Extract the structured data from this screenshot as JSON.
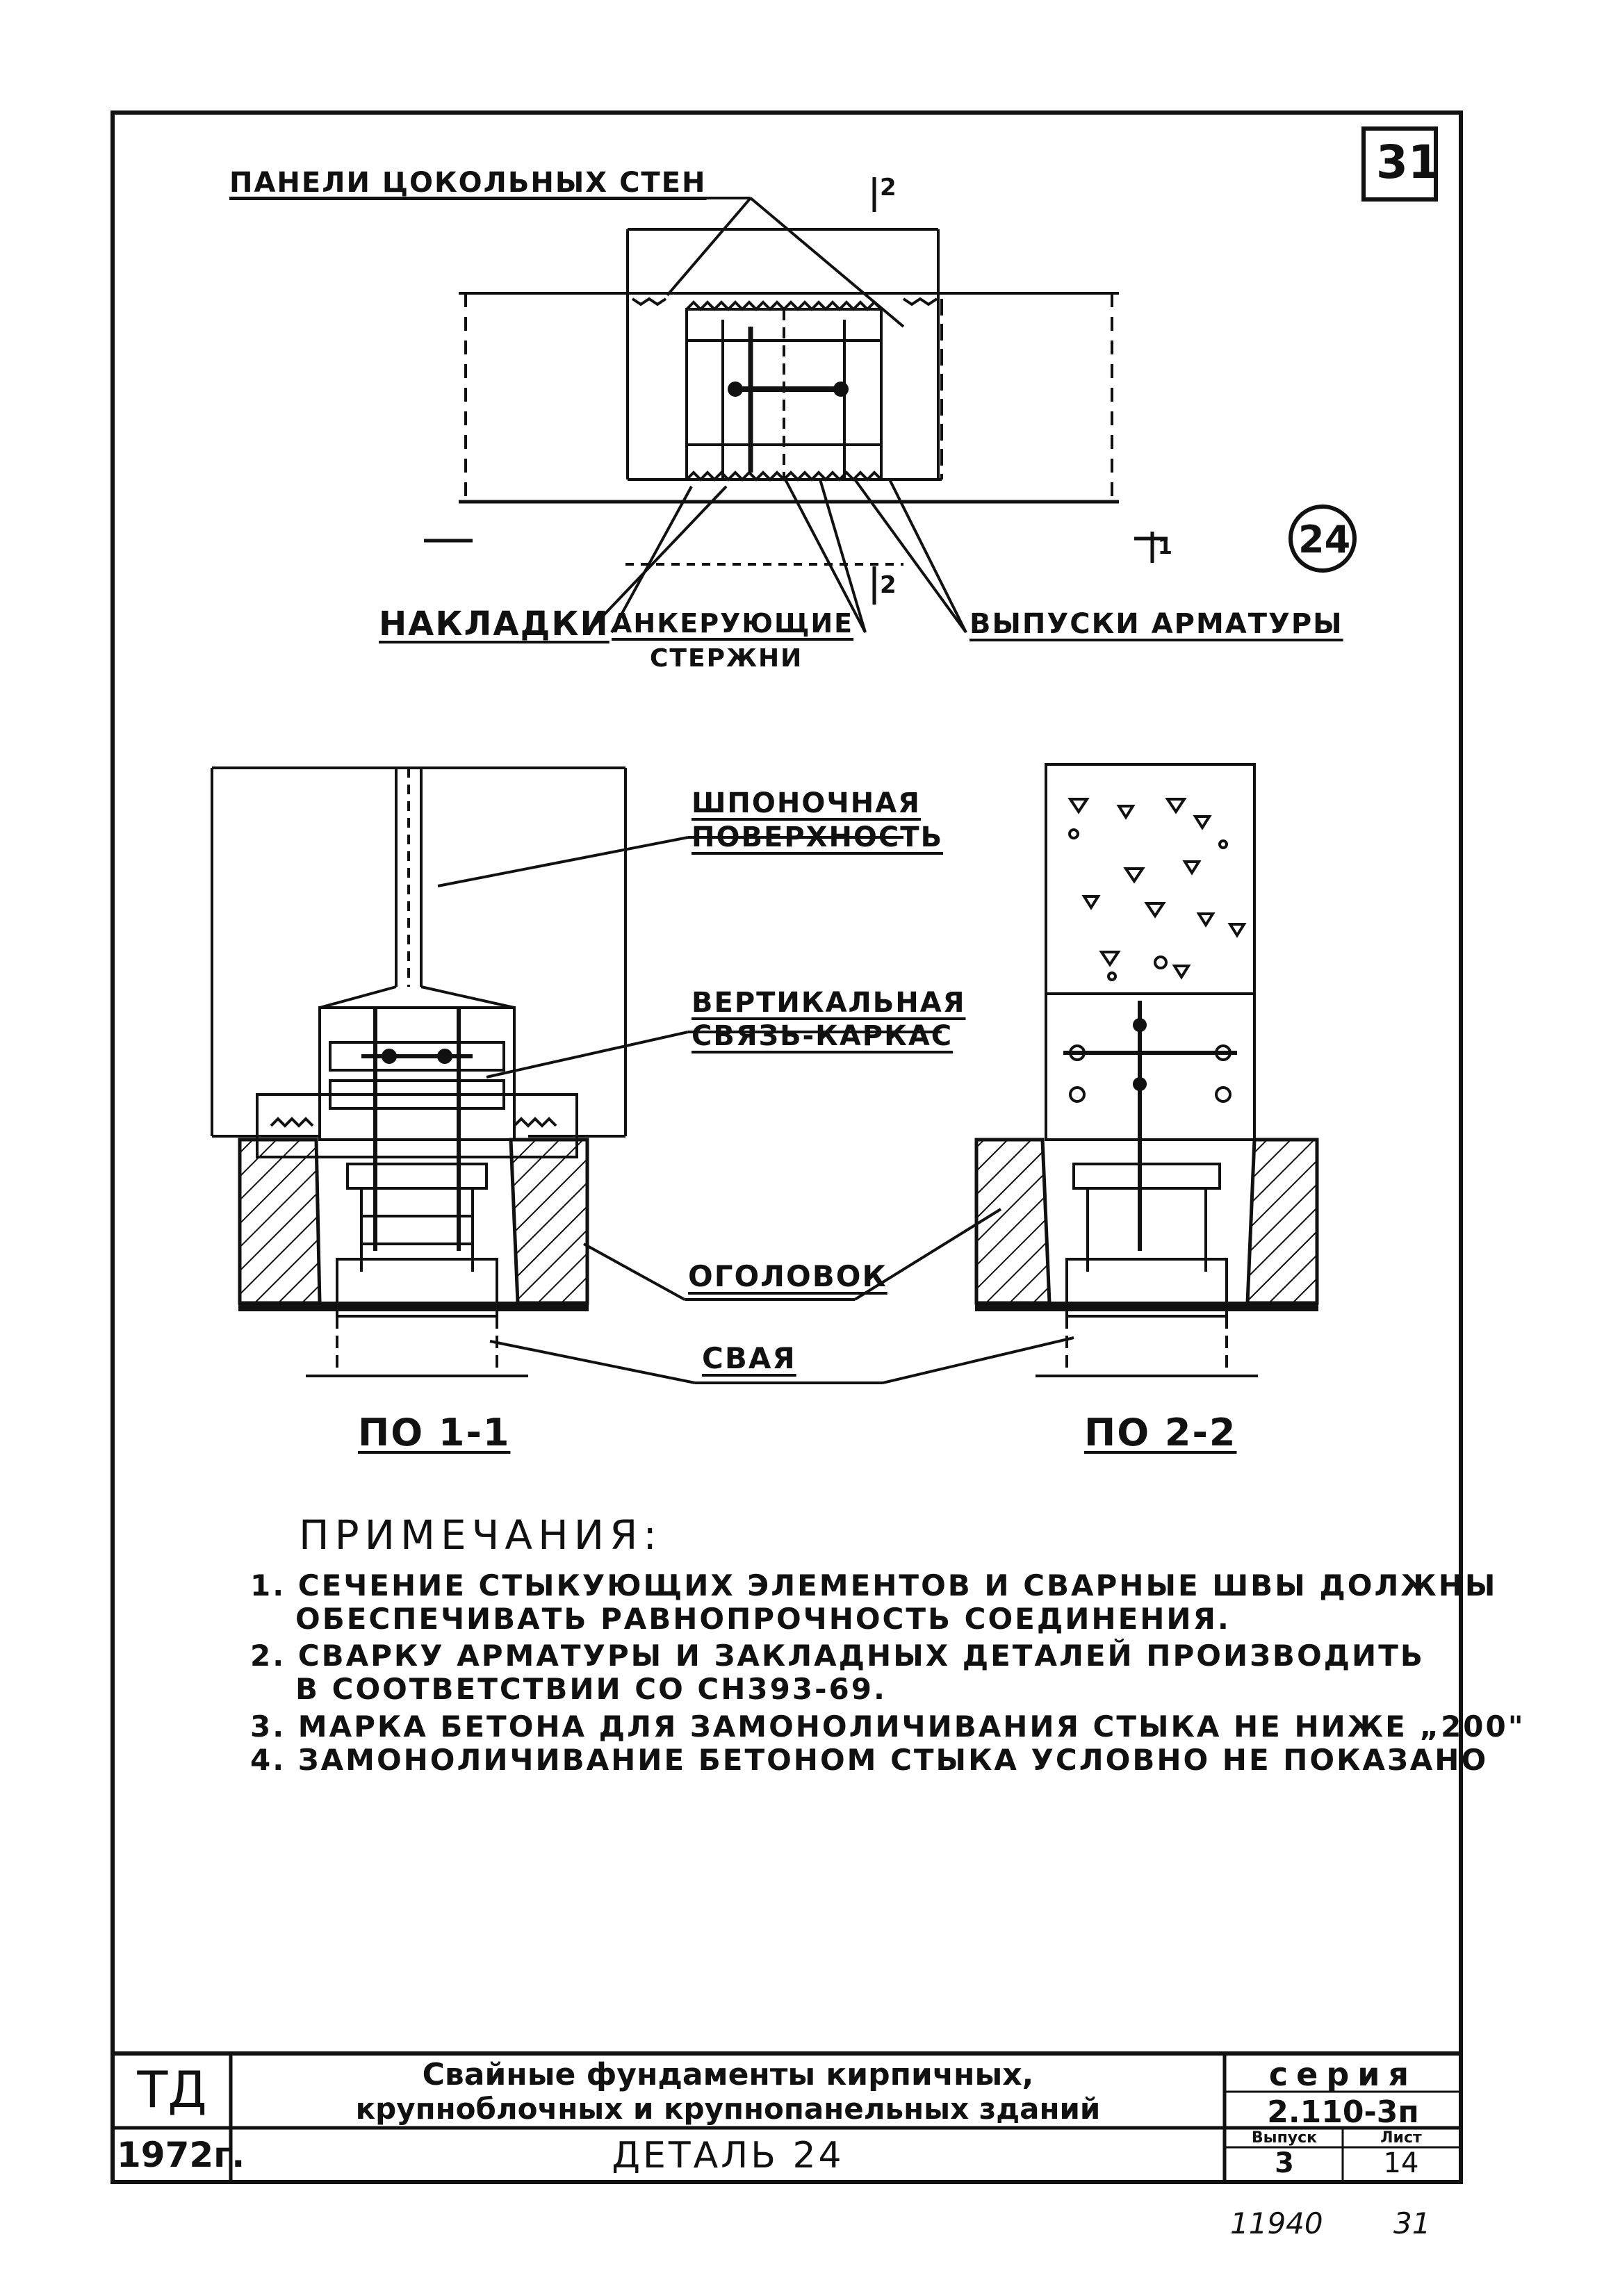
{
  "sheet": {
    "number": "31",
    "detail_mark": "24"
  },
  "plan_view": {
    "label_panels": "ПАНЕЛИ ЦОКОЛЬНЫХ СТЕН",
    "label_overlays": "НАКЛАДКИ",
    "label_anchor_line1": "АНКЕРУЮЩИЕ",
    "label_anchor_line2": "СТЕРЖНИ",
    "label_rebar": "ВЫПУСКИ АРМАТУРЫ",
    "cut_top": "2",
    "cut_bottom": "2",
    "cut_right": "1"
  },
  "sections": {
    "label_key_surface_line1": "ШПОНОЧНАЯ",
    "label_key_surface_line2": "ПОВЕРХНОСТЬ",
    "label_vertical_line1": "ВЕРТИКАЛЬНАЯ",
    "label_vertical_line2": "СВЯЗЬ-КАРКАС",
    "label_cap": "ОГОЛОВОК",
    "label_pile": "СВАЯ",
    "section_1": "ПО 1-1",
    "section_2": "ПО 2-2"
  },
  "notes": {
    "title": "ПРИМЕЧАНИЯ:",
    "items": [
      "1. СЕЧЕНИЕ СТЫКУЮЩИХ ЭЛЕМЕНТОВ И СВАРНЫЕ ШВЫ ДОЛЖНЫ",
      "ОБЕСПЕЧИВАТЬ РАВНОПРОЧНОСТЬ СОЕДИНЕНИЯ.",
      "2. СВАРКУ АРМАТУРЫ И ЗАКЛАДНЫХ ДЕТАЛЕЙ ПРОИЗВОДИТЬ",
      "В СООТВЕТСТВИИ СО СН393-69.",
      "3. МАРКА БЕТОНА ДЛЯ ЗАМОНОЛИЧИВАНИЯ СТЫКА НЕ НИЖЕ „200\"",
      "4. ЗАМОНОЛИЧИВАНИЕ БЕТОНОМ СТЫКА УСЛОВНО НЕ ПОКАЗАНО"
    ]
  },
  "title_block": {
    "org": "ТД",
    "year": "1972г.",
    "title_line1": "Свайные фундаменты кирпичных,",
    "title_line2": "крупноблочных и крупнопанельных зданий",
    "detail": "ДЕТАЛЬ 24",
    "series_label": "серия",
    "series_value": "2.110-3п",
    "issue_label": "Выпуск",
    "issue_value": "3",
    "sheet_label": "Лист",
    "sheet_value": "14"
  },
  "footer": {
    "archive": "11940",
    "page": "31"
  }
}
